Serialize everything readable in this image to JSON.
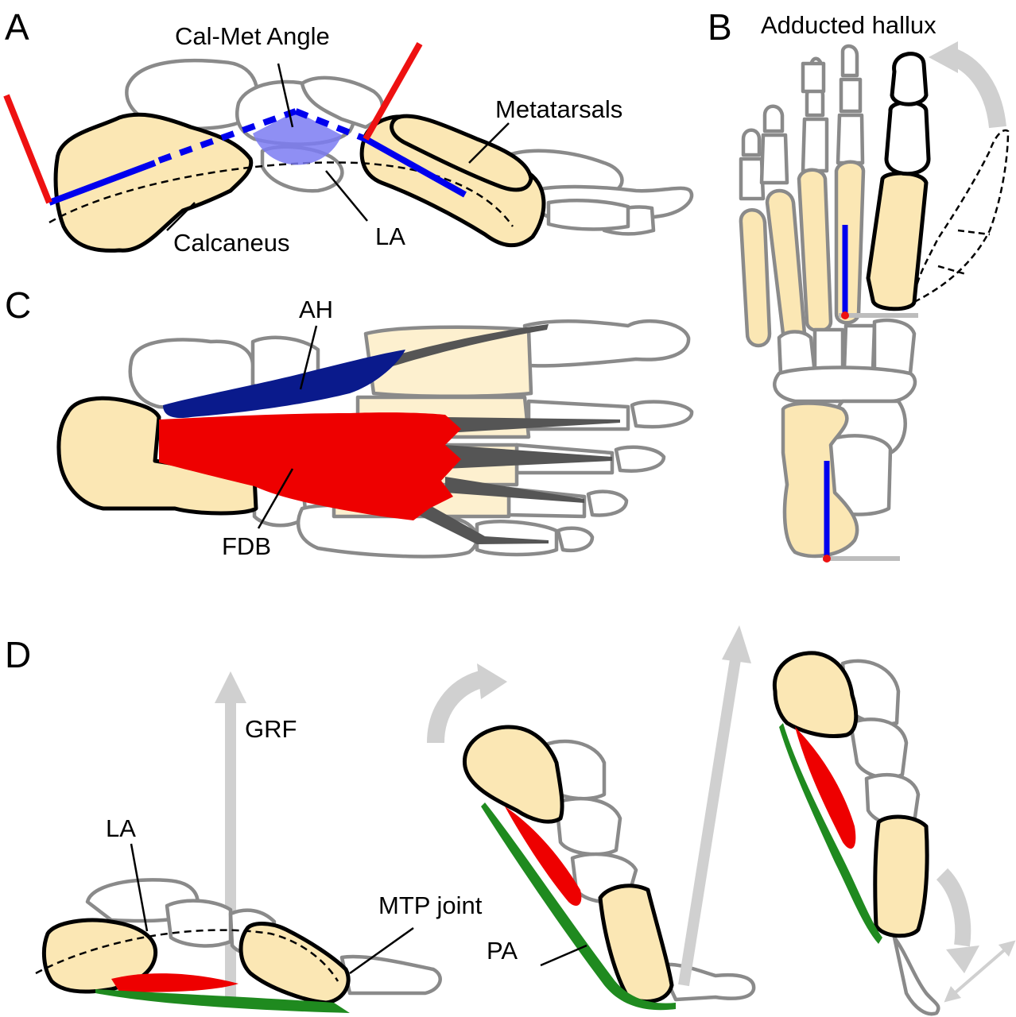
{
  "panels": [
    {
      "letter": "A"
    },
    {
      "letter": "B"
    },
    {
      "letter": "C"
    },
    {
      "letter": "D"
    }
  ],
  "labels": {
    "cal_met_angle": "Cal-Met Angle",
    "metatarsals": "Metatarsals",
    "calcaneus": "Calcaneus",
    "la_a": "LA",
    "adducted_hallux": "Adducted hallux",
    "ah": "AH",
    "fdb": "FDB",
    "grf": "GRF",
    "la_d": "LA",
    "mtp_joint": "MTP joint",
    "pa": "PA"
  },
  "colors": {
    "bone_highlight": "#fbe7b4",
    "bone_outline": "#8a8a8a",
    "axis_line": "#0000ee",
    "reference_line": "#ee1111",
    "angle_wedge": "#7b7bf2",
    "abductor_hallucis": "#0a1a8c",
    "flexor_digitorum_brevis": "#ee0000",
    "plantar_aponeurosis": "#1f8a1f",
    "arrow": "#d0d0d0"
  }
}
